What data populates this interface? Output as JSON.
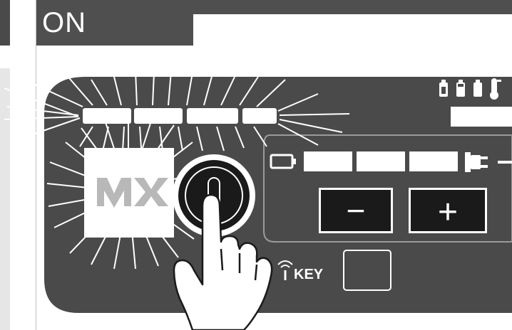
{
  "header": {
    "title": "ON"
  },
  "panel": {
    "logo_text": "MX",
    "key_label": "KEY",
    "minus_symbol": "−",
    "plus_symbol": "+"
  },
  "colors": {
    "panel_dark": "#4a4a4a",
    "panel_outline": "#9a9a9a",
    "button_fill": "#1a1a1a",
    "segment_white": "#ffffff",
    "accent_white": "#ffffff"
  },
  "icons": [
    "battery-full-icon",
    "battery-medium-icon",
    "battery-low-icon",
    "thermometer-icon",
    "battery-outline-icon",
    "power-plug-icon",
    "key-icon",
    "hand-pointer-icon",
    "power-button-icon"
  ]
}
